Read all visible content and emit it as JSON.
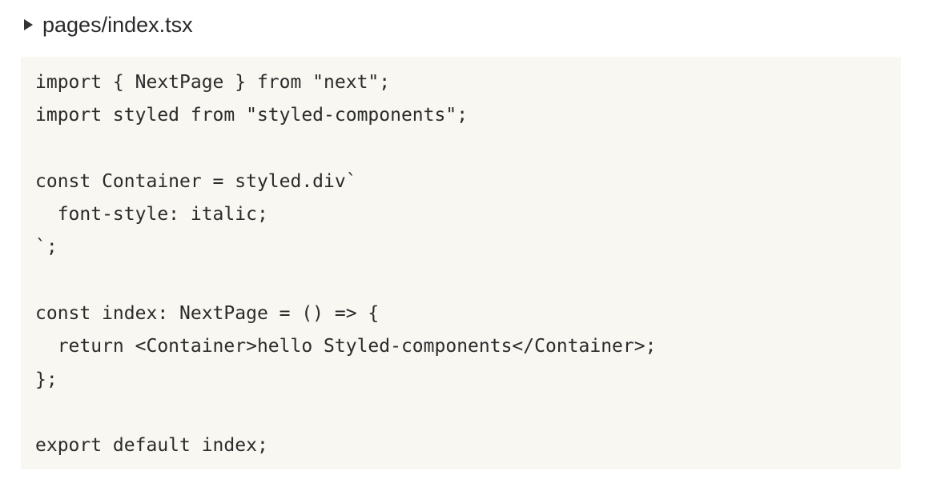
{
  "file_header": {
    "toggle_icon": "triangle-right-icon",
    "filename": "pages/index.tsx"
  },
  "code": {
    "lines": [
      "import { NextPage } from \"next\";",
      "import styled from \"styled-components\";",
      "",
      "const Container = styled.div`",
      "  font-style: italic;",
      "`;",
      "",
      "const index: NextPage = () => {",
      "  return <Container>hello Styled-components</Container>;",
      "};",
      "",
      "export default index;"
    ]
  },
  "colors": {
    "code_background": "#f8f7f2",
    "text": "#2b2b2b"
  }
}
